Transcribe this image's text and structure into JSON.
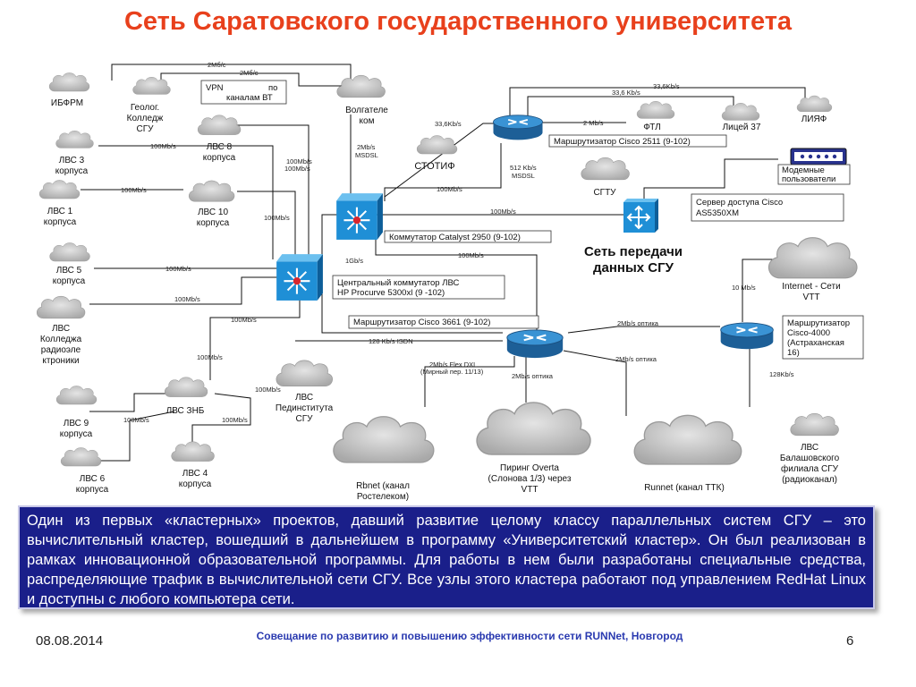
{
  "title": "Сеть Саратовского государственного университета",
  "nodes": {
    "ifbfm": "ИБФРМ",
    "geolog": [
      "Геолог.",
      "Колледж",
      "СГУ"
    ],
    "vpn": [
      "VPN",
      "по",
      "каналам ВТ"
    ],
    "volgatelecom": [
      "Волгателе",
      "ком"
    ],
    "lvs3": [
      "ЛВС 3",
      "корпуса"
    ],
    "lvs8": [
      "ЛВС 8",
      "корпуса"
    ],
    "lvs1": [
      "ЛВС 1",
      "корпуса"
    ],
    "lvs10": [
      "ЛВС 10",
      "корпуса"
    ],
    "lvs5": [
      "ЛВС 5",
      "корпуса"
    ],
    "lvs_college": [
      "ЛВС",
      "Колледжа",
      "радиоэле",
      "ктроники"
    ],
    "lvs9": [
      "ЛВС 9",
      "корпуса"
    ],
    "lvs_znb": "ЛВС ЗНБ",
    "lvs6": [
      "ЛВС 6",
      "корпуса"
    ],
    "lvs4": [
      "ЛВС 4",
      "корпуса"
    ],
    "lvs_ped": [
      "ЛВС",
      "Пединститута",
      "СГУ"
    ],
    "rbnet": [
      "Rbnet (канал",
      "Ростелеком)"
    ],
    "piring": [
      "Пиринг Overta",
      "(Слонова 1/3) через",
      "VTT"
    ],
    "runnet": "Runnet (канал ТТК)",
    "lvs_balashov": [
      "ЛВС",
      "Балашовского",
      "филиала СГУ",
      "(радиоканал)"
    ],
    "stotif": "СТОТИФ",
    "sgtu": "СГТУ",
    "ftl": "ФТЛ",
    "licey37": "Лицей 37",
    "liyaf": "ЛИЯФ",
    "internet": [
      "Internet - Сети",
      "VTT"
    ],
    "network": [
      "Сеть передачи",
      "данных СГУ"
    ]
  },
  "boxes": {
    "router2511": "Маршрутизатор Cisco 2511 (9-102)",
    "modem_users": [
      "Модемные",
      "пользователи"
    ],
    "access_server": [
      "Сервер доступа Cisco",
      "AS5350XM"
    ],
    "catalyst": "Коммутатор Catalyst 2950 (9-102)",
    "hp_switch": [
      "Центральный коммутатор ЛВС",
      "HP Procurve 5300xl (9 -102)"
    ],
    "router3661": "Маршрутизатор Cisco 3661 (9-102)",
    "router4000": [
      "Маршрутизатор",
      "Cisco-4000",
      "(Астраханская",
      "16)"
    ]
  },
  "links": {
    "l1": "2Мб/с",
    "l2": "2Мб/с",
    "l3": "100Mb/s",
    "l4": "100Mb/s",
    "l5": "100Mb/s",
    "l6": "100Mb/s",
    "l7": "100Mb/s",
    "l8": "100Mb/s",
    "l9": "100Mb/s",
    "l10": "100Mb/s",
    "l11": "100Mb/s",
    "l12": "100Mb/s",
    "l13": "100Mb/s",
    "l14": "1Gb/s",
    "l15": "100Mb/s",
    "l16": "100Mb/s",
    "l17": "2Mb/s",
    "l18": "MSDSL",
    "l19": "33,6Kb/s",
    "l20": "33,6 Kb/s",
    "l21": "33,6Kb/s",
    "l22": "2 Mb/s",
    "l23": "512 Kb/s",
    "l24": "MSDSL",
    "l25": "10 Mb/s",
    "l26": "128 Kb/s ISDN",
    "l27": "2Mb/s оптика",
    "l28": "2Mb/s оптика",
    "l29": "2Mb/s оптика",
    "l30": "2Mb/s Flex DXL",
    "l31": "(Мирный пер. 11/13)",
    "l32": "128Kb/s",
    "l33": "100Mb/s",
    "l34": "100Mb/s"
  },
  "description": "Один из первых «кластерных» проектов, давший развитие целому классу параллельных систем СГУ – это вычислительный кластер, вошедший в дальнейшем в программу «Университетский кластер». Он был реализован в рамках инновационной образовательной программы. Для работы в нем были разработаны специальные средства, распределяющие трафик в вычислительной сети СГУ. Все узлы этого кластера работают под управлением RedHat Linux и доступны с любого компьютера сети.",
  "footer": {
    "date": "08.08.2014",
    "event": "Совещание по развитию и повышению эффективности сети RUNNet, Новгород",
    "page": "6"
  },
  "colors": {
    "title": "#e8401c",
    "description_bg": "#1a1f8a",
    "footer_event": "#2a3ab0",
    "switch_blue": "#1f8fd6",
    "router_blue": "#2a7fc4",
    "cloud_gray": "#c4c4c4"
  }
}
